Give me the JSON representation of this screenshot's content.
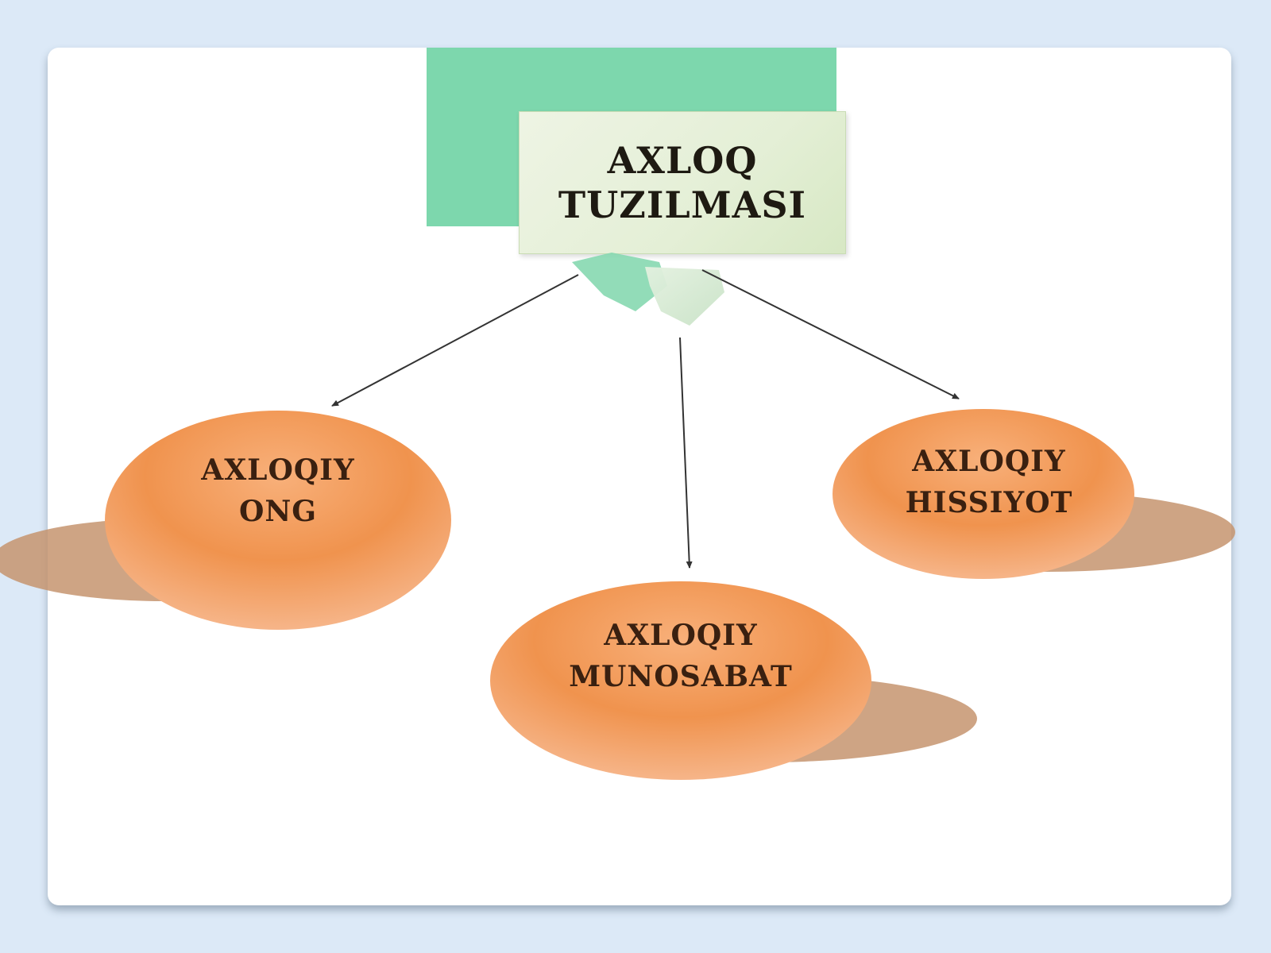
{
  "title": {
    "line1": "AXLOQ",
    "line2": "TUZILMASI"
  },
  "nodes": [
    {
      "id": "ong",
      "line1": "AXLOQIY",
      "line2": "ONG"
    },
    {
      "id": "munosabat",
      "line1": "AXLOQIY",
      "line2": "MUNOSABAT"
    },
    {
      "id": "hissiyot",
      "line1": "AXLOQIY",
      "line2": "HISSIYOT"
    }
  ],
  "colors": {
    "background": "#dce9f7",
    "accent_square": "#7dd7ad",
    "title_box": "#e4efd6",
    "node_fill": "#f0934e",
    "node_shadow": "#c6946f",
    "arrow": "#333333"
  },
  "edges": [
    {
      "from": "title",
      "to": "ong"
    },
    {
      "from": "title",
      "to": "munosabat"
    },
    {
      "from": "title",
      "to": "hissiyot"
    }
  ]
}
